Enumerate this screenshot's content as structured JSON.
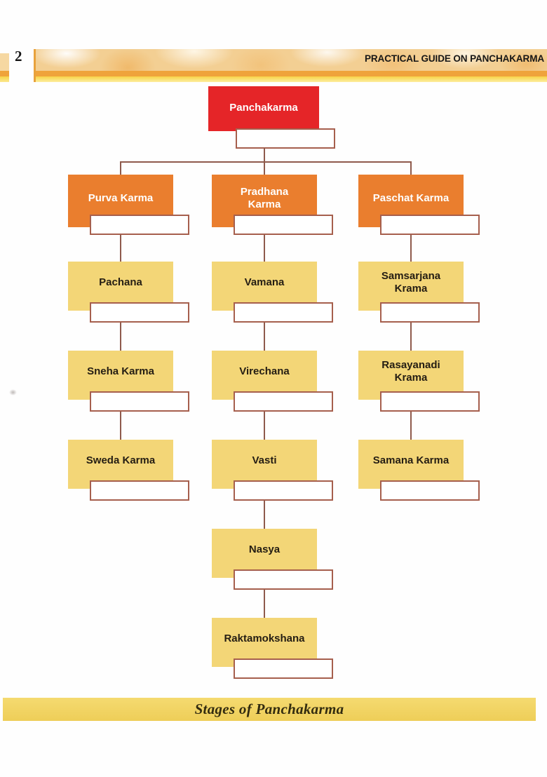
{
  "page": {
    "number": "2",
    "header_title": "PRACTICAL GUIDE ON PANCHAKARMA",
    "caption": "Stages of Panchakarma"
  },
  "colors": {
    "root-box": "#e52528",
    "branch-box": "#ea7e2e",
    "leaf-box": "#f3d677",
    "box-border": "#a65f4d",
    "connector": "#8e5a4c",
    "band-orange": "#efa33b",
    "band-yellow": "#f7d348"
  },
  "diagram": {
    "root": {
      "label": "Panchakarma"
    },
    "branches": [
      {
        "label": "Purva Karma",
        "children": [
          {
            "label": "Pachana"
          },
          {
            "label": "Sneha Karma"
          },
          {
            "label": "Sweda Karma"
          }
        ]
      },
      {
        "label": "Pradhana Karma",
        "children": [
          {
            "label": "Vamana"
          },
          {
            "label": "Virechana"
          },
          {
            "label": "Vasti"
          },
          {
            "label": "Nasya"
          },
          {
            "label": "Raktamokshana"
          }
        ]
      },
      {
        "label": "Paschat Karma",
        "children": [
          {
            "label": "Samsarjana Krama"
          },
          {
            "label": "Rasayanadi Krama"
          },
          {
            "label": "Samana Karma"
          }
        ]
      }
    ]
  }
}
